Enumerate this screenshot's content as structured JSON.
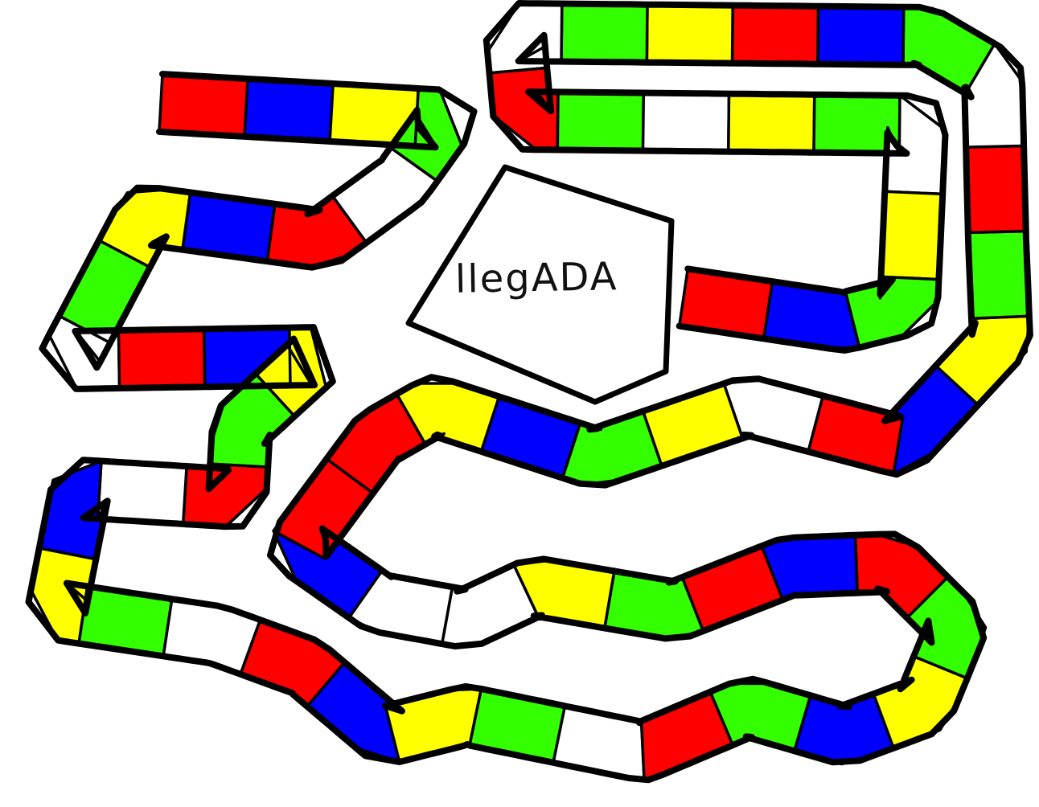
{
  "colors": {
    "red": "#ff0000",
    "blue": "#0000ff",
    "yellow": "#ffff00",
    "green": "#33ff00",
    "white": "#ffffff",
    "outline": "#000000"
  },
  "goal": {
    "label": "llegADA"
  },
  "path": {
    "tiles": [
      "red",
      "blue",
      "yellow",
      "green",
      "white",
      "red",
      "blue",
      "yellow",
      "green",
      "white",
      "red",
      "blue",
      "yellow",
      "green",
      "red",
      "white",
      "blue",
      "yellow",
      "green",
      "white",
      "red",
      "blue",
      "yellow",
      "green",
      "white",
      "red",
      "green",
      "blue",
      "yellow",
      "green",
      "red",
      "blue",
      "red",
      "green",
      "yellow",
      "white",
      "white",
      "blue",
      "red",
      "red",
      "yellow",
      "blue",
      "green",
      "yellow",
      "white",
      "red",
      "blue",
      "yellow",
      "green",
      "red",
      "white",
      "green",
      "blue",
      "red",
      "yellow",
      "green",
      "white",
      "red",
      "green",
      "white",
      "yellow",
      "green",
      "white",
      "yellow",
      "green",
      "blue",
      "red"
    ]
  }
}
